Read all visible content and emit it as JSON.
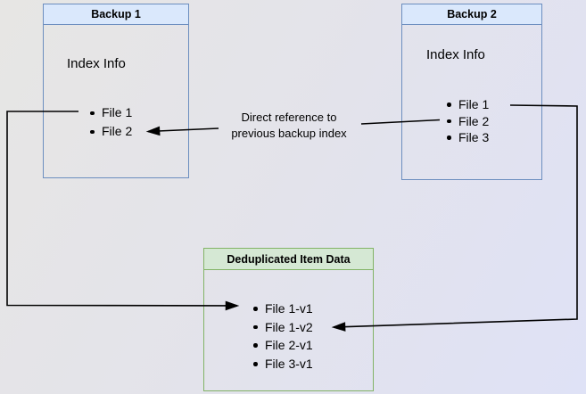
{
  "diagram": {
    "type": "backup-deduplication-diagram",
    "colors": {
      "background_start": "#e7e6e4",
      "background_end": "#dfe2f6",
      "blue_border": "#6c8ebf",
      "blue_header_fill": "#dae8fc",
      "green_border": "#82b366",
      "green_header_fill": "#d5e8d4",
      "arrow": "#000000",
      "text": "#000000"
    },
    "boxes": {
      "backup1": {
        "title": "Backup 1",
        "label": "Index Info",
        "items": [
          "File 1",
          "File 2"
        ]
      },
      "backup2": {
        "title": "Backup 2",
        "label": "Index Info",
        "items": [
          "File 1",
          "File 2",
          "File 3"
        ]
      },
      "dedup": {
        "title": "Deduplicated Item Data",
        "items": [
          "File 1-v1",
          "File 1-v2",
          "File 2-v1",
          "File 3-v1"
        ]
      }
    },
    "annotation": {
      "line1": "Direct reference to",
      "line2": "previous backup index"
    },
    "arrows": [
      {
        "name": "backup1-file1-to-dedup-file1v1"
      },
      {
        "name": "backup2-file2-to-backup1-file2"
      },
      {
        "name": "backup2-file1-to-dedup-file1v2"
      }
    ]
  }
}
